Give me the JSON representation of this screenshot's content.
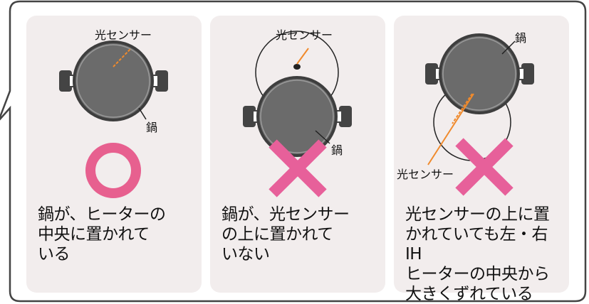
{
  "colors": {
    "pot_fill": "#6b6b6b",
    "pot_rim": "#3e3e3e",
    "sensor_line": "#f08a2c",
    "ok_mark": "#e7608f",
    "ng_mark": "#e7609a",
    "panel_bg": "#f2eded",
    "frame_border": "#444444"
  },
  "panels": [
    {
      "sensor_label": "光センサー",
      "pot_label": "鍋",
      "mark_icon": "circle-ok-icon",
      "caption": "鍋が、ヒーターの\n中央に置かれて\nいる"
    },
    {
      "sensor_label": "光センサー",
      "pot_label": "鍋",
      "mark_icon": "cross-ng-icon",
      "caption": "鍋が、光センサー\nの上に置かれて\nいない"
    },
    {
      "sensor_label": "光センサー",
      "pot_label": "鍋",
      "mark_icon": "cross-ng-icon",
      "caption": "光センサーの上に置\nかれていても左・右IH\nヒーターの中央から\n大きくずれている"
    }
  ]
}
